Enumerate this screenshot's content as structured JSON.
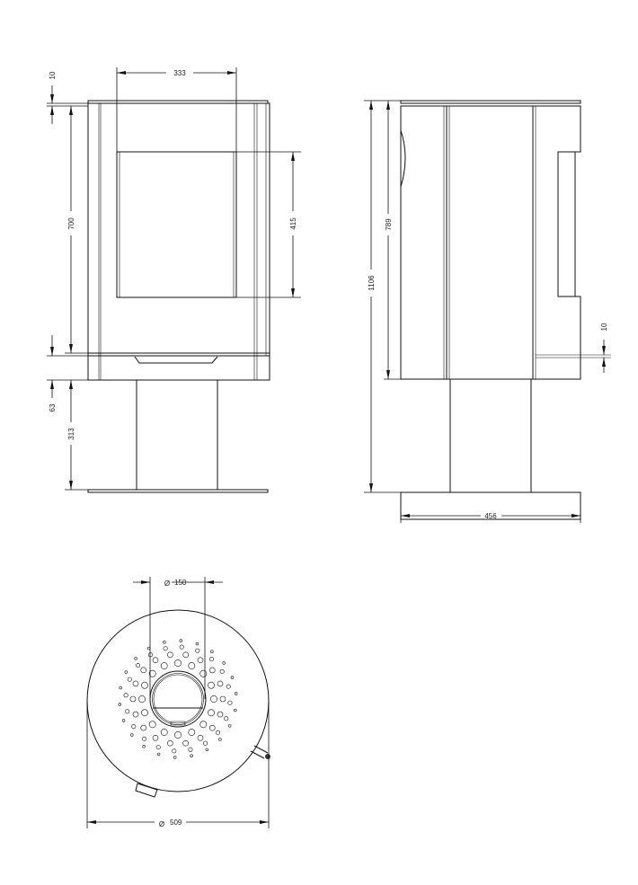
{
  "views": {
    "front": {
      "dimensions": {
        "top_plate": "10",
        "door_width": "333",
        "door_height": "415",
        "body_height": "700",
        "base_height": "63",
        "pedestal_height": "313"
      }
    },
    "side": {
      "dimensions": {
        "total_height": "1106",
        "body_height": "789",
        "foot_width": "456",
        "lip": "10"
      }
    },
    "top": {
      "dimensions": {
        "flue_diameter": "150",
        "outer_diameter": "509"
      },
      "diameter_symbol": "Ø"
    }
  },
  "colors": {
    "line": "#111111",
    "background": "#ffffff"
  }
}
